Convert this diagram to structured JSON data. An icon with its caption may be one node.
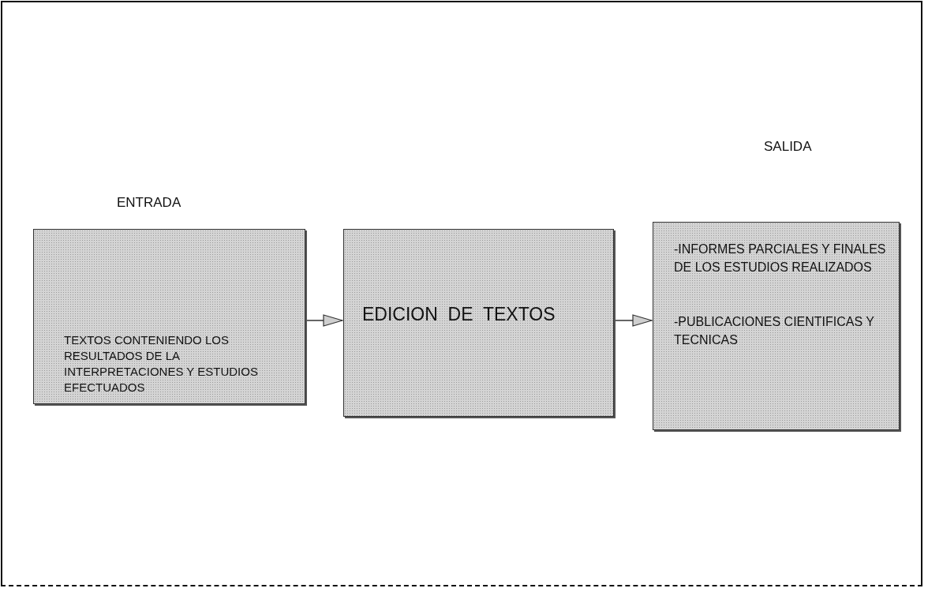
{
  "diagram": {
    "nodes": [
      {
        "text": [
          "TEXTOS CONTENIENDO LOS RESULTADOS DE LA INTERPRETACIONES Y ESTUDIOS EFECTUADOS"
        ]
      },
      {
        "text": [
          "EDICION  DE  TEXTOS"
        ]
      },
      {
        "text": [
          "-INFORMES PARCIALES Y FINALES DE LOS ESTUDIOS REALIZADOS",
          "-PUBLICACIONES CIENTIFICAS  Y TECNICAS"
        ]
      }
    ],
    "edges": [
      {
        "from": 0,
        "to": 1,
        "arrow": "to"
      },
      {
        "from": 1,
        "to": 2,
        "arrow": "to"
      }
    ],
    "labels": [
      "SALIDA",
      "ENTRADA"
    ]
  }
}
